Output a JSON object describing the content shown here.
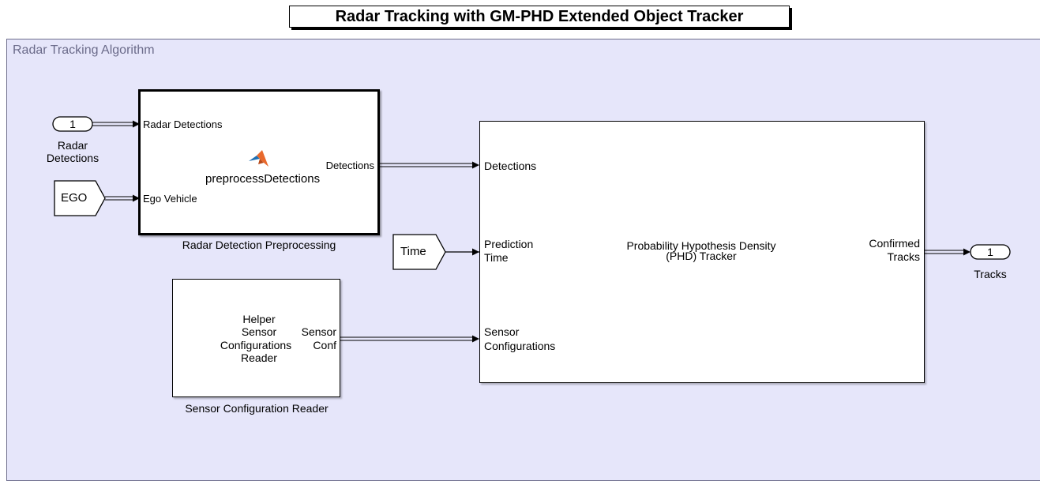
{
  "title": "Radar Tracking with GM-PHD Extended Object Tracker",
  "area_label": "Radar Tracking Algorithm",
  "inports": {
    "radar": {
      "number": "1",
      "label_line1": "Radar",
      "label_line2": "Detections"
    }
  },
  "from_tags": {
    "ego": "EGO",
    "time": "Time"
  },
  "preprocess_block": {
    "port_in1": "Radar Detections",
    "port_in2": "Ego Vehicle",
    "port_out": "Detections",
    "function_name": "preprocessDetections",
    "caption": "Radar Detection Preprocessing"
  },
  "reader_block": {
    "body_line1": "Helper",
    "body_line2": "Sensor",
    "body_line3": "Configurations",
    "body_line4": "Reader",
    "port_out_line1": "Sensor",
    "port_out_line2": "Conf",
    "caption": "Sensor Configuration Reader"
  },
  "tracker_block": {
    "port_in1": "Detections",
    "port_in2_line1": "Prediction",
    "port_in2_line2": "Time",
    "port_in3_line1": "Sensor",
    "port_in3_line2": "Configurations",
    "name_line1": "Probability Hypothesis Density",
    "name_line2": "(PHD) Tracker",
    "port_out_line1": "Confirmed",
    "port_out_line2": "Tracks"
  },
  "outports": {
    "tracks": {
      "number": "1",
      "label": "Tracks"
    }
  },
  "colors": {
    "area_background": "#e6e6fa",
    "matlab_logo_orange": "#e8692c",
    "matlab_logo_blue": "#1f6fb2"
  },
  "icons": [
    "matlab-logo-icon",
    "arrowhead-icon"
  ]
}
